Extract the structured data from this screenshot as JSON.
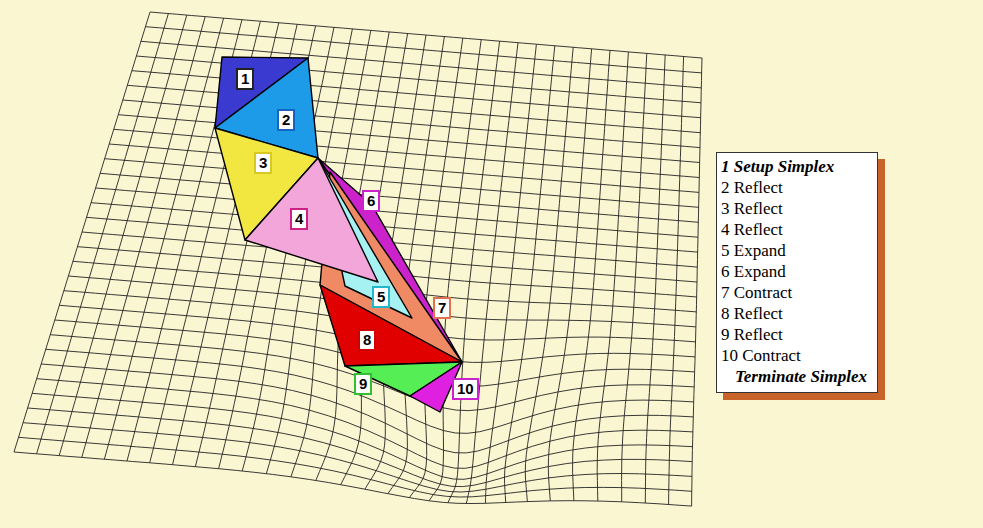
{
  "diagram": {
    "labels": [
      "1",
      "2",
      "3",
      "4",
      "5",
      "6",
      "7",
      "8",
      "9",
      "10"
    ],
    "legend": [
      {
        "text": "1 Setup Simplex"
      },
      {
        "text": "2 Reflect"
      },
      {
        "text": "3 Reflect"
      },
      {
        "text": "4 Reflect"
      },
      {
        "text": "5 Expand"
      },
      {
        "text": "6 Expand"
      },
      {
        "text": "7 Contract"
      },
      {
        "text": "8 Reflect"
      },
      {
        "text": "9 Reflect"
      },
      {
        "text": "10 Contract"
      },
      {
        "text": "Terminate Simplex"
      }
    ]
  }
}
